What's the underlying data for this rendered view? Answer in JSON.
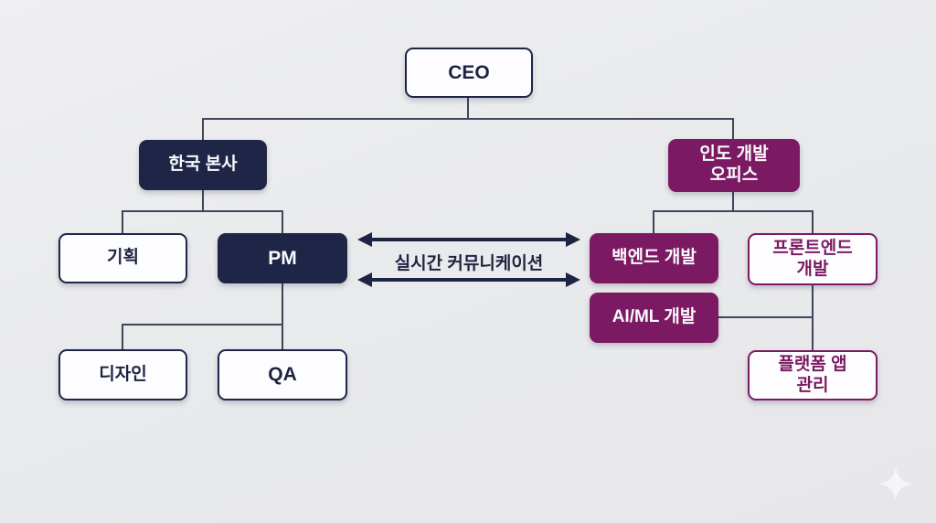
{
  "diagram": {
    "type": "org-chart",
    "nodes": {
      "ceo": {
        "label": "CEO"
      },
      "korea_hq": {
        "label": "한국 본사"
      },
      "india_office": {
        "label": "인도 개발\n오피스"
      },
      "planning": {
        "label": "기획"
      },
      "pm": {
        "label": "PM"
      },
      "backend": {
        "label": "백엔드 개발"
      },
      "frontend": {
        "label": "프론트엔드\n개발"
      },
      "aiml": {
        "label": "AI/ML 개발"
      },
      "design": {
        "label": "디자인"
      },
      "qa": {
        "label": "QA"
      },
      "platform_app": {
        "label": "플랫폼 앱\n관리"
      }
    },
    "edges": [
      [
        "ceo",
        "korea_hq"
      ],
      [
        "ceo",
        "india_office"
      ],
      [
        "korea_hq",
        "planning"
      ],
      [
        "korea_hq",
        "pm"
      ],
      [
        "pm",
        "design"
      ],
      [
        "pm",
        "qa"
      ],
      [
        "india_office",
        "backend"
      ],
      [
        "india_office",
        "frontend"
      ],
      [
        "aiml",
        "platform_app_line"
      ],
      [
        "frontend",
        "platform_app"
      ]
    ],
    "connection_label": "실시간 커뮤니케이션",
    "colors": {
      "navy": "#1f2547",
      "purple": "#7b1a63",
      "box_bg": "#fdfdff",
      "navy_text": "#1e2440",
      "connector": "#3f455a",
      "arrow": "#1e2444",
      "bg": "#e9eaec",
      "sparkle": "#f8f8fa"
    }
  }
}
